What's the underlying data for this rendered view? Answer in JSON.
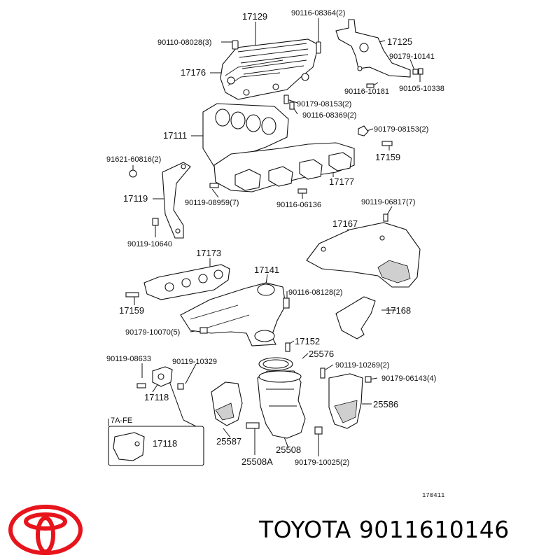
{
  "labels": {
    "l01": "90116-08364(2)",
    "l02": "90110-08028(3)",
    "l03": "17129",
    "l04": "17125",
    "l05": "90179-10141",
    "l06": "17176",
    "l07": "90116-10181",
    "l08": "90105-10338",
    "l09": "90179-08153(2)",
    "l10": "90116-08369(2)",
    "l11": "17111",
    "l12": "90179-08153(2)",
    "l13": "91621-60816(2)",
    "l14": "17159",
    "l15": "17177",
    "l16": "17119",
    "l17": "90119-08959(7)",
    "l18": "90116-06136",
    "l19": "90119-06817(7)",
    "l20": "17167",
    "l21": "90119-10640",
    "l22": "17173",
    "l23": "17141",
    "l24": "90116-08128(2)",
    "l25": "17168",
    "l26": "17159",
    "l27": "90179-10070(5)",
    "l28": "17152",
    "l29": "25576",
    "l30": "90119-08633",
    "l31": "90119-10329",
    "l32": "90119-10269(2)",
    "l33": "90179-06143(4)",
    "l34": "17118",
    "l35": "25586",
    "l36": "7A-FE",
    "l37": "17118",
    "l38": "25587",
    "l39": "25508",
    "l40": "25508A",
    "l41": "90179-10025(2)"
  },
  "diagram_code": "170411",
  "brand_text": "TOYOTA 9011610146",
  "colors": {
    "logo": "#e8141c",
    "ink": "#111111",
    "background": "#ffffff"
  }
}
